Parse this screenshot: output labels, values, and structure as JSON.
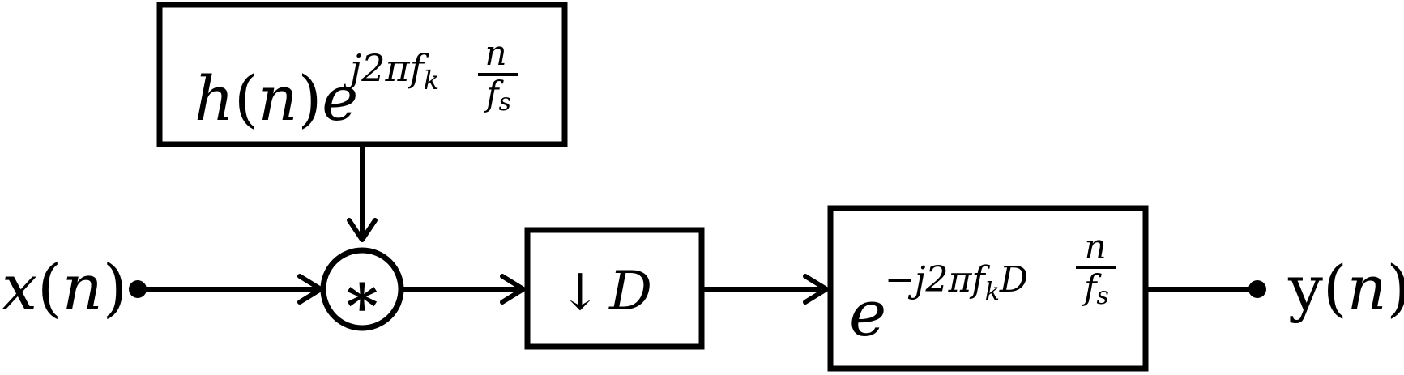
{
  "diagram": {
    "input_signal": {
      "name": "x",
      "arg": "n"
    },
    "output_signal": {
      "name": "y",
      "arg": "n"
    },
    "filter_block": {
      "base": "h",
      "base_arg": "n",
      "exp_base": "e",
      "exponent": "j2πf",
      "sub": "k",
      "frac_num": "n",
      "frac_den": "f",
      "frac_den_sub": "s"
    },
    "convolution_operator": "∗",
    "decimator_block": {
      "arrow": "↓",
      "factor": "D"
    },
    "shift_block": {
      "exp_base": "e",
      "exponent_pre": "−j2πf",
      "sub": "k",
      "exponent_post": "D",
      "frac_num": "n",
      "frac_den": "f",
      "frac_den_sub": "s"
    }
  }
}
